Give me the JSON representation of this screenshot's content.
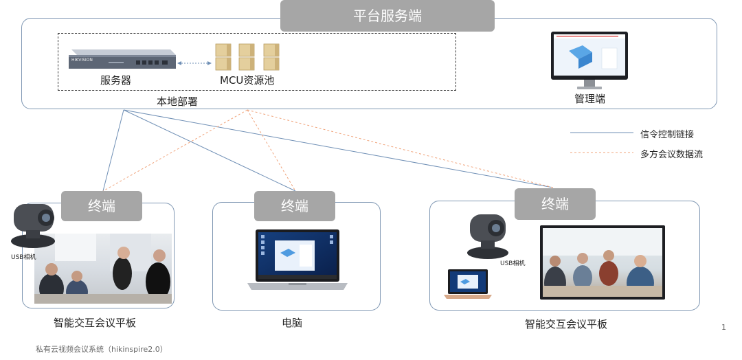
{
  "platform": {
    "title": "平台服务端",
    "server_label": "服务器",
    "server_brand": "HIKVISION",
    "mcu_label": "MCU资源池",
    "local_label": "本地部署",
    "admin_label": "管理端"
  },
  "terminals": [
    {
      "tag": "终端",
      "caption": "智能交互会议平板",
      "camera_label": "USB相机"
    },
    {
      "tag": "终端",
      "caption": "电脑"
    },
    {
      "tag": "终端",
      "caption": "智能交互会议平板",
      "camera_label": "USB相机"
    }
  ],
  "legend": {
    "signal": {
      "label": "信令控制链接",
      "color": "#6f8fb5"
    },
    "media": {
      "label": "多方会议数据流",
      "color": "#f0a37a"
    }
  },
  "footer": "私有云视频会议系统（hikinspire2.0）",
  "page_number": "1"
}
